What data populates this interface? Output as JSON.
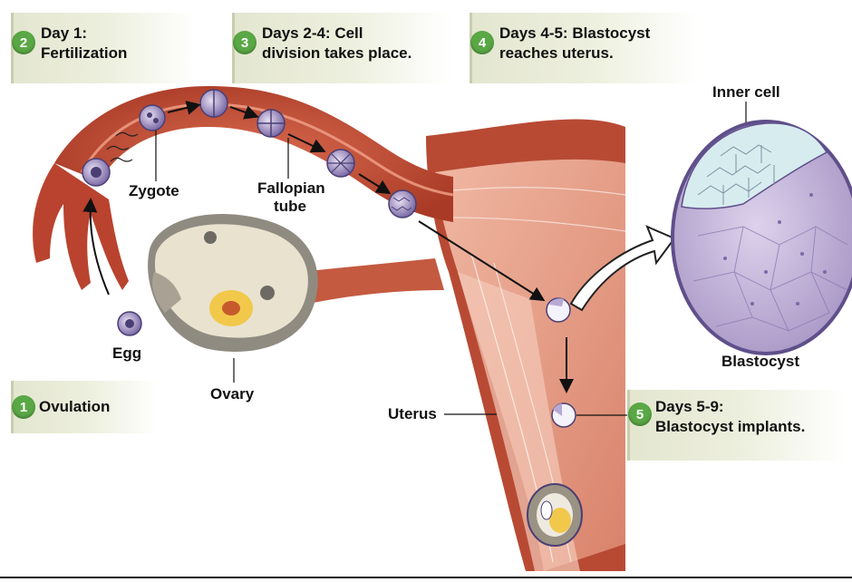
{
  "steps": [
    {
      "number": "1",
      "line1": "Ovulation",
      "line2": ""
    },
    {
      "number": "2",
      "line1": "Day 1:",
      "line2": "Fertilization"
    },
    {
      "number": "3",
      "line1": "Days 2-4: Cell",
      "line2": "division takes place."
    },
    {
      "number": "4",
      "line1": "Days 4-5: Blastocyst",
      "line2": "reaches uterus."
    },
    {
      "number": "5",
      "line1": "Days 5-9:",
      "line2": "Blastocyst implants."
    }
  ],
  "labels": {
    "zygote": "Zygote",
    "fallopian_line1": "Fallopian",
    "fallopian_line2": "tube",
    "egg": "Egg",
    "ovary": "Ovary",
    "uterus": "Uterus",
    "inner_cell": "Inner cell",
    "blastocyst": "Blastocyst"
  },
  "colors": {
    "badge": "#5aa845",
    "tissue": "#c8523a",
    "uterus_wall": "#e9a58f",
    "blastocyst": "#cdbfe0",
    "inner_cell_mass": "#d7ecef"
  }
}
